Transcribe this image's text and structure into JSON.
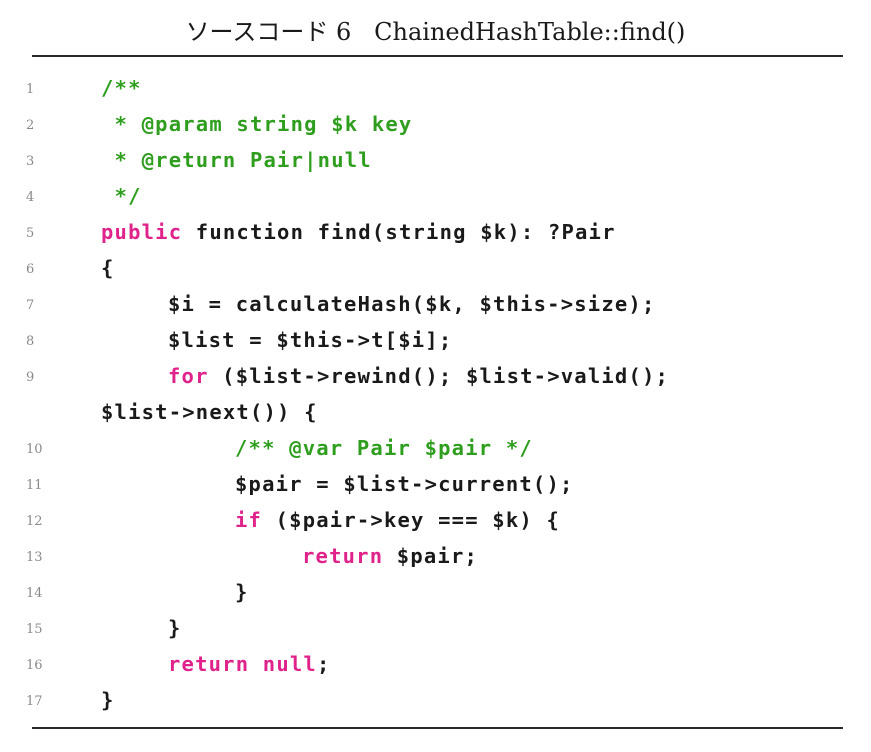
{
  "caption": "ソースコード 6   ChainedHashTable::find()",
  "colors": {
    "comment": "#2f9e1f",
    "keyword": "#e0238b",
    "plain": "#1a1a1a",
    "line_number": "#8a8a8a"
  },
  "lines": [
    {
      "n": "1",
      "indent": 0,
      "tokens": [
        {
          "t": "/**",
          "k": "com"
        }
      ]
    },
    {
      "n": "2",
      "indent": 0,
      "tokens": [
        {
          "t": " * @param string $k key",
          "k": "com"
        }
      ]
    },
    {
      "n": "3",
      "indent": 0,
      "tokens": [
        {
          "t": " * @return Pair|null",
          "k": "com"
        }
      ]
    },
    {
      "n": "4",
      "indent": 0,
      "tokens": [
        {
          "t": " */",
          "k": "com"
        }
      ]
    },
    {
      "n": "5",
      "indent": 0,
      "tokens": [
        {
          "t": "public",
          "k": "kw"
        },
        {
          "t": " function find(string $k): ?Pair",
          "k": "plain"
        }
      ]
    },
    {
      "n": "6",
      "indent": 0,
      "tokens": [
        {
          "t": "{",
          "k": "plain"
        }
      ]
    },
    {
      "n": "7",
      "indent": 1,
      "tokens": [
        {
          "t": "$i = calculateHash($k, $this->size);",
          "k": "plain"
        }
      ]
    },
    {
      "n": "8",
      "indent": 1,
      "tokens": [
        {
          "t": "$list = $this->t[$i];",
          "k": "plain"
        }
      ]
    },
    {
      "n": "9",
      "indent": 1,
      "tokens": [
        {
          "t": "for",
          "k": "kw"
        },
        {
          "t": " ($list->rewind(); $list->valid();",
          "k": "plain"
        }
      ]
    },
    {
      "n": "",
      "indent": 0,
      "tokens": [
        {
          "t": "$list->next()) {",
          "k": "plain"
        }
      ]
    },
    {
      "n": "10",
      "indent": 2,
      "tokens": [
        {
          "t": "/** @var Pair $pair */",
          "k": "com"
        }
      ]
    },
    {
      "n": "11",
      "indent": 2,
      "tokens": [
        {
          "t": "$pair = $list->current();",
          "k": "plain"
        }
      ]
    },
    {
      "n": "12",
      "indent": 2,
      "tokens": [
        {
          "t": "if",
          "k": "kw"
        },
        {
          "t": " ($pair->key === $k) {",
          "k": "plain"
        }
      ]
    },
    {
      "n": "13",
      "indent": 3,
      "tokens": [
        {
          "t": "return",
          "k": "kw"
        },
        {
          "t": " $pair;",
          "k": "plain"
        }
      ]
    },
    {
      "n": "14",
      "indent": 2,
      "tokens": [
        {
          "t": "}",
          "k": "plain"
        }
      ]
    },
    {
      "n": "15",
      "indent": 1,
      "tokens": [
        {
          "t": "}",
          "k": "plain"
        }
      ]
    },
    {
      "n": "16",
      "indent": 1,
      "tokens": [
        {
          "t": "return null",
          "k": "kw"
        },
        {
          "t": ";",
          "k": "plain"
        }
      ]
    },
    {
      "n": "17",
      "indent": 0,
      "tokens": [
        {
          "t": "}",
          "k": "plain"
        }
      ]
    }
  ]
}
